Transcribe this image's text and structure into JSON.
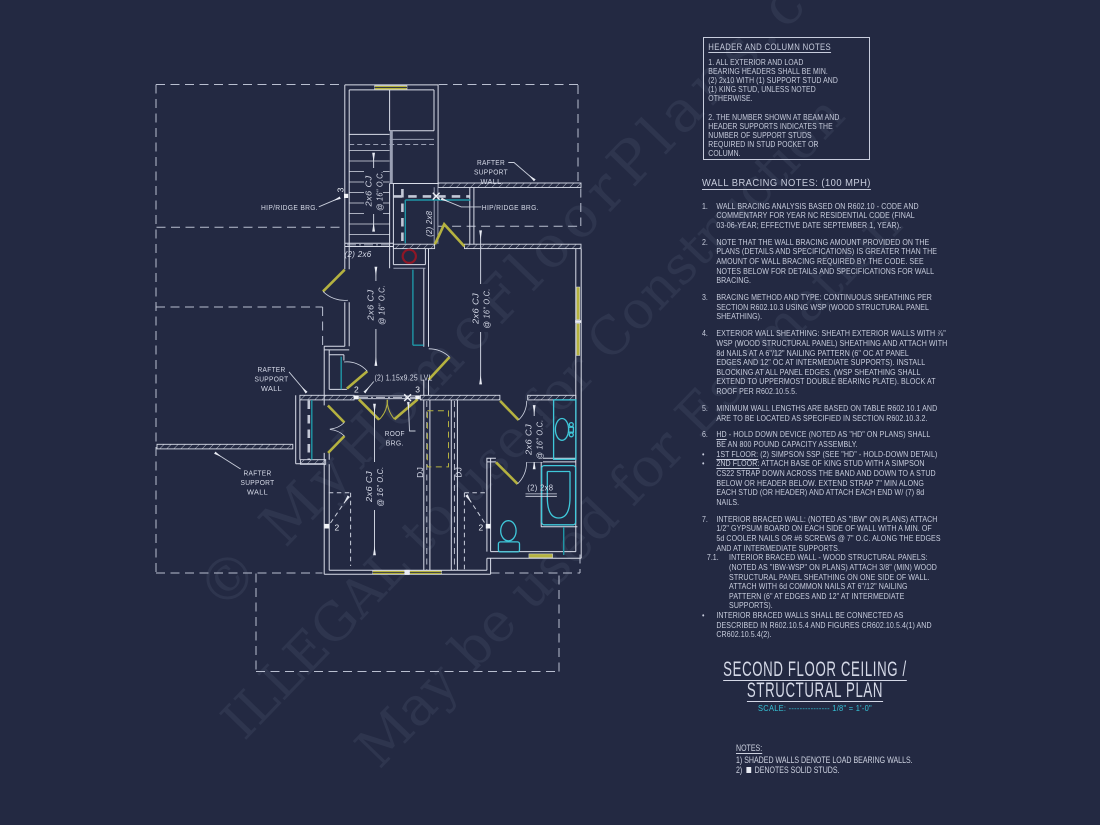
{
  "colors": {
    "background": "#232942",
    "line_white": "#d9dde9",
    "line_gray": "#9aa0b4",
    "cyan_fixture": "#3fc8da",
    "teal_pipe": "#2aa6b7",
    "olive_door_window": "#b5b240",
    "red_flue": "#8e1726",
    "scale_cyan": "#35c2d6"
  },
  "watermark": {
    "line1": "© MyHomeFloorPlans.com",
    "line2": "ILLEGAL to use for Construction",
    "line3": "May be used for Estimation"
  },
  "plan": {
    "labels": {
      "rafter1": "RAFTER",
      "rafter2": "SUPPORT",
      "rafter3": "WALL",
      "hip_ridge": "HIP/RIDGE BRG.",
      "roof1": "ROOF",
      "roof2": "BRG.",
      "joist1": "2x6 CJ",
      "joist2": "@ 16\" O.C.",
      "header_2x6": "(2) 2x6",
      "header_2x8": "(2) 2x8",
      "lvl": "(2) 1.15x9.25 LVL",
      "dj": "DJ",
      "mark2": "2",
      "mark3": "3"
    }
  },
  "header_notes": {
    "title": "HEADER AND COLUMN NOTES",
    "p1l1": "1. ALL EXTERIOR AND LOAD",
    "p1l2": "BEARING HEADERS SHALL BE MIN.",
    "p1l3": "(2) 2x10 WITH (1) SUPPORT STUD AND",
    "p1l4": "(1) KING STUD, UNLESS NOTED",
    "p1l5": "OTHERWISE.",
    "p2l1": "2. THE NUMBER SHOWN AT BEAM AND",
    "p2l2": "HEADER SUPPORTS INDICATES THE",
    "p2l3": "NUMBER OF SUPPORT STUDS",
    "p2l4": "REQUIRED IN STUD POCKET OR",
    "p2l5": "COLUMN."
  },
  "bracing_notes": {
    "title": "WALL BRACING NOTES: (100 MPH)",
    "items": [
      {
        "n": "1.",
        "lines": [
          {
            "pre": "",
            "text": "WALL BRACING ANALYSIS BASED ON R602.10 - CODE AND"
          },
          {
            "pre": "",
            "text": "COMMENTARY FOR YEAR NC RESIDENTIAL CODE (FINAL"
          },
          {
            "pre": "",
            "text": "03-06-YEAR; EFFECTIVE DATE SEPTEMBER 1, YEAR)."
          }
        ]
      },
      {
        "n": "2.",
        "lines": [
          {
            "pre": "",
            "text": "NOTE THAT THE WALL BRACING AMOUNT PROVIDED ON THE"
          },
          {
            "pre": "",
            "text": "PLANS (DETAILS AND SPECIFICATIONS) IS GREATER THAN THE"
          },
          {
            "pre": "",
            "text": "AMOUNT OF WALL BRACING REQUIRED BY THE CODE. SEE"
          },
          {
            "pre": "",
            "text": "NOTES BELOW FOR DETAILS AND SPECIFICATIONS FOR WALL"
          },
          {
            "pre": "",
            "text": "BRACING."
          }
        ]
      },
      {
        "n": "3.",
        "lines": [
          {
            "pre": "",
            "text": "BRACING METHOD AND TYPE: CONTINUOUS SHEATHING PER"
          },
          {
            "pre": "",
            "text": "SECTION R602.10.3 USING WSP (WOOD STRUCTURAL PANEL"
          },
          {
            "pre": "",
            "text": "SHEATHING)."
          }
        ]
      },
      {
        "n": "4.",
        "lines": [
          {
            "pre": "",
            "text": "EXTERIOR WALL SHEATHING: SHEATH EXTERIOR WALLS WITH ⅞\""
          },
          {
            "pre": "",
            "text": "WSP (WOOD STRUCTURAL PANEL) SHEATHING AND ATTACH WITH"
          },
          {
            "pre": "",
            "text": "8d NAILS AT A 6\"/12\" NAILING PATTERN (6\" OC AT PANEL"
          },
          {
            "pre": "",
            "text": "EDGES AND 12\" OC AT INTERMEDIATE SUPPORTS). INSTALL"
          },
          {
            "pre": "",
            "text": "BLOCKING AT ALL PANEL EDGES. (WSP SHEATHING SHALL"
          },
          {
            "pre": "",
            "text": "EXTEND TO UPPERMOST DOUBLE BEARING PLATE). BLOCK AT"
          },
          {
            "pre": "",
            "text": "ROOF PER R602.10.5.5."
          }
        ]
      },
      {
        "n": "5.",
        "lines": [
          {
            "pre": "",
            "text": "MINIMUM WALL LENGTHS ARE BASED ON TABLE R602.10.1 AND"
          },
          {
            "pre": "",
            "text": "ARE TO BE LOCATED AS SPECIFIED IN SECTION R602.10.3.2."
          }
        ]
      },
      {
        "n": "6.",
        "lines": [
          {
            "pre": "HD",
            "text": " - HOLD DOWN DEVICE (NOTED AS \"HD\" ON PLANS) SHALL"
          },
          {
            "pre": "",
            "text": "BE AN 800 POUND CAPACITY ASSEMBLY."
          }
        ]
      },
      {
        "n": "•",
        "lines": [
          {
            "pre": "1ST FLOOR:",
            "text": " (2) SIMPSON SSP (SEE \"HD\" - HOLD-DOWN DETAIL)"
          }
        ]
      },
      {
        "n": "•",
        "lines": [
          {
            "pre": "2ND FLOOR:",
            "text": " ATTACH BASE OF KING STUD WITH A SIMPSON"
          },
          {
            "pre": "",
            "text": "CS22 STRAP DOWN ACROSS THE BAND AND DOWN TO A STUD"
          },
          {
            "pre": "",
            "text": "BELOW OR HEADER BELOW.  EXTEND STRAP 7\" MIN ALONG"
          },
          {
            "pre": "",
            "text": "EACH STUD (OR HEADER) AND ATTACH EACH END W/ (7) 8d"
          },
          {
            "pre": "",
            "text": "NAILS."
          }
        ]
      },
      {
        "n": "7.",
        "lines": [
          {
            "pre": "",
            "text": "INTERIOR BRACED WALL: (NOTED AS \"IBW\" ON PLANS) ATTACH"
          },
          {
            "pre": "",
            "text": "1/2\" GYPSUM BOARD ON EACH SIDE OF WALL WITH A MIN. OF"
          },
          {
            "pre": "",
            "text": "5d COOLER NAILS OR #6 SCREWS @ 7\" O.C. ALONG THE EDGES"
          },
          {
            "pre": "",
            "text": "AND AT INTERMEDIATE SUPPORTS."
          }
        ]
      },
      {
        "n": "7.1.",
        "lines": [
          {
            "pre": "",
            "text": "INTERIOR BRACED WALL - WOOD STRUCTURAL PANELS:"
          },
          {
            "pre": "",
            "text": "(NOTED AS \"IBW-WSP\" ON PLANS) ATTACH 3/8\" (MIN) WOOD"
          },
          {
            "pre": "",
            "text": "STRUCTURAL PANEL SHEATHING ON ONE SIDE OF WALL."
          },
          {
            "pre": "",
            "text": "ATTACH WITH 6d COMMON NAILS AT 6\"/12\" NAILING"
          },
          {
            "pre": "",
            "text": "PATTERN (6\" AT EDGES AND 12\" AT INTERMEDIATE"
          },
          {
            "pre": "",
            "text": "SUPPORTS)."
          }
        ]
      },
      {
        "n": "•",
        "lines": [
          {
            "pre": "",
            "text": "INTERIOR BRACED WALLS SHALL BE CONNECTED AS"
          },
          {
            "pre": "",
            "text": "DESCRIBED IN R602.10.5.4 AND FIGURES CR602.10.5.4(1) AND"
          },
          {
            "pre": "",
            "text": "CR602.10.5.4(2)."
          }
        ]
      }
    ]
  },
  "title_block": {
    "line1": "SECOND FLOOR CEILING /",
    "line2": "STRUCTURAL PLAN",
    "scale": "SCALE:  ---------------  1/8\" = 1'-0\""
  },
  "bottom_notes": {
    "title": "NOTES:",
    "n1": "1) SHADED WALLS DENOTE LOAD BEARING WALLS.",
    "n2a": "2)",
    "n2b": "DENOTES SOLID STUDS."
  }
}
